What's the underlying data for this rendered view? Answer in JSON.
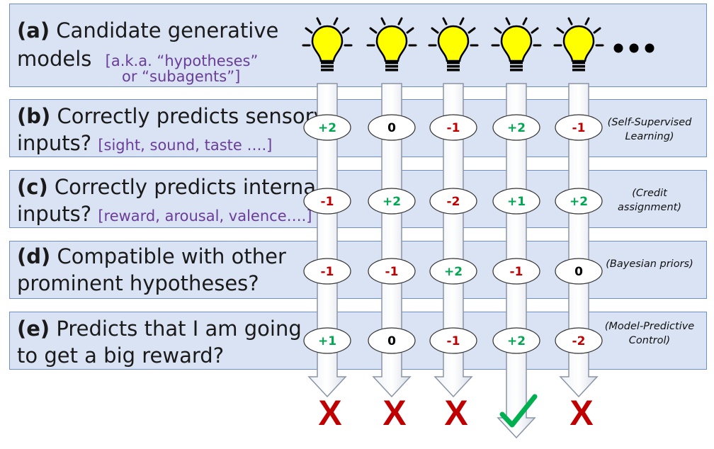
{
  "rows": [
    {
      "letter": "(a)",
      "title": "Candidate generative",
      "line2": "models",
      "aka1": "[a.k.a. “hypotheses”",
      "aka2": "or “subagents”]"
    },
    {
      "letter": "(b)",
      "title": "Correctly predicts sensory",
      "line2": "inputs?",
      "aka": "[sight, sound, taste ….]",
      "note": "(Self-Supervised Learning)",
      "scores": [
        "+2",
        "0",
        "-1",
        "+2",
        "-1"
      ]
    },
    {
      "letter": "(c)",
      "title": "Correctly predicts internal",
      "line2": "inputs?",
      "aka": "[reward, arousal, valence….]",
      "note": "(Credit assignment)",
      "scores": [
        "-1",
        "+2",
        "-2",
        "+1",
        "+2"
      ]
    },
    {
      "letter": "(d)",
      "title": "Compatible with other",
      "line2": "prominent hypotheses?",
      "note": "(Bayesian priors)",
      "scores": [
        "-1",
        "-1",
        "+2",
        "-1",
        "0"
      ]
    },
    {
      "letter": "(e)",
      "title": "Predicts that I am going",
      "line2": "to get a big reward?",
      "note": "(Model-Predictive Control)",
      "scores": [
        "+1",
        "0",
        "-1",
        "+2",
        "-2"
      ]
    }
  ],
  "ellipsis": "…",
  "outcomes": [
    "X",
    "X",
    "X",
    "✓",
    "X"
  ],
  "colors": {
    "positive": "#00a651",
    "negative": "#c00000",
    "zero": "#000000",
    "reject": "#c00000",
    "accept": "#00b050",
    "bulb": "#ffff00"
  }
}
